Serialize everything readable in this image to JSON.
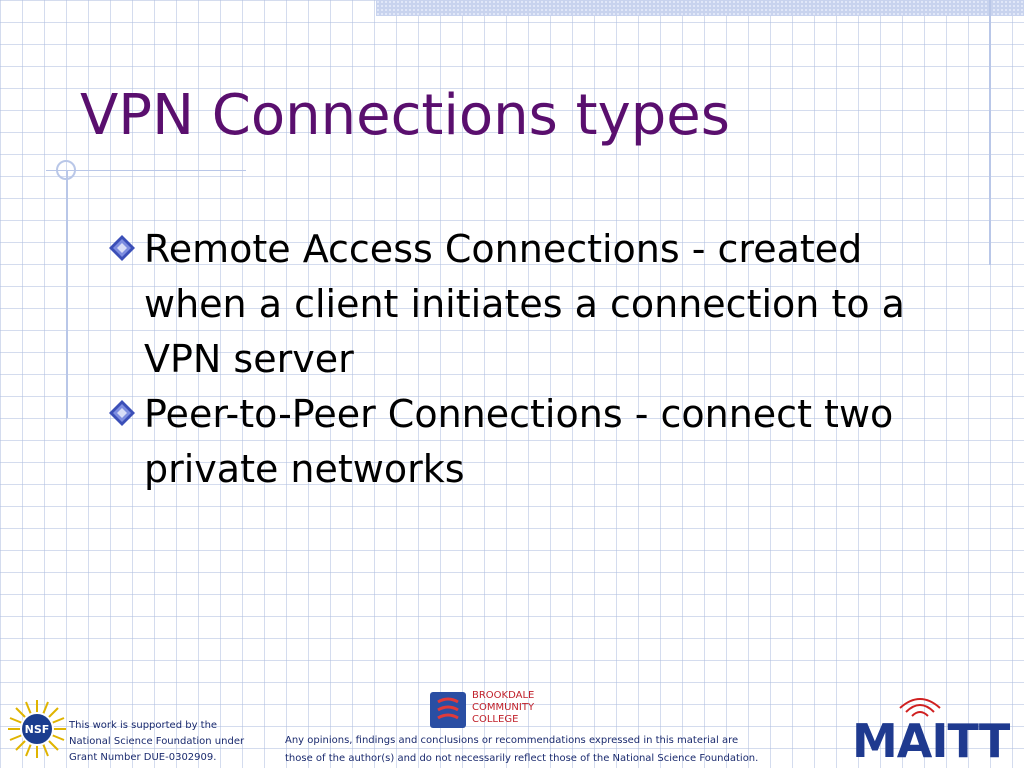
{
  "slide": {
    "title": "VPN Connections types",
    "bullets": [
      {
        "text": "Remote Access Connections - created when a client initiates a connection to a VPN server"
      },
      {
        "text": "Peer-to-Peer Connections - connect two private networks"
      }
    ]
  },
  "footer": {
    "nsf_logo_text": "NSF",
    "support_lines": [
      "This work is supported by the",
      "National Science Foundation under",
      "Grant Number DUE-0302909."
    ],
    "disclaimer_lines": [
      "Any opinions, findings and conclusions or recommendations expressed in this material are",
      "those of the author(s) and do not necessarily reflect those of the National Science Foundation."
    ],
    "college_lines": [
      "BROOKDALE",
      "COMMUNITY",
      "COLLEGE"
    ],
    "maitt_text": "MAITT"
  },
  "colors": {
    "title": "#5a0f6e",
    "accent": "#1f3a8f"
  }
}
